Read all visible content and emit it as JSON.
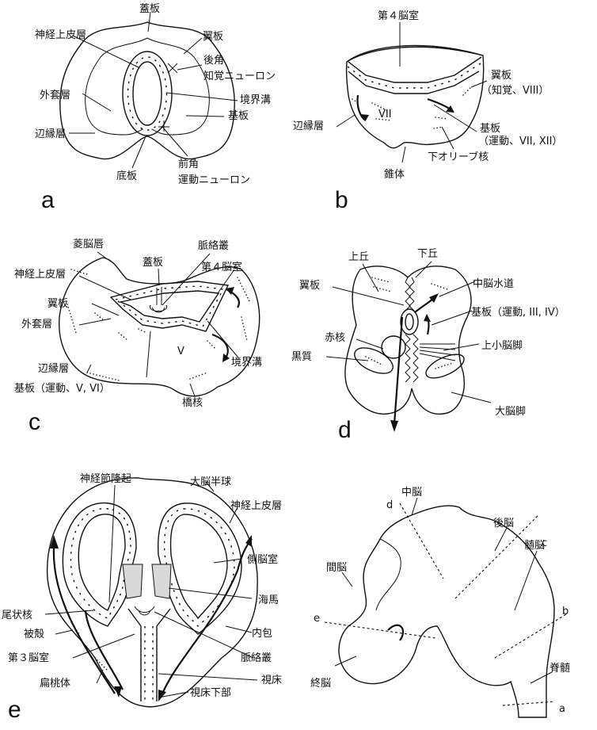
{
  "panels": {
    "a": {
      "letter": "a",
      "labels": {
        "roof_plate": "蓋板",
        "neuroepithelium": "神経上皮層",
        "alar_plate": "翼板",
        "posterior_horn": "後角",
        "sensory_neuron": "知覚ニューロン",
        "mantle_layer": "外套層",
        "sulcus_limitans": "境界溝",
        "basal_plate": "基板",
        "marginal_layer": "辺縁層",
        "floor_plate": "底板",
        "anterior_horn": "前角",
        "motor_neuron": "運動ニューロン"
      }
    },
    "b": {
      "letter": "b",
      "labels": {
        "fourth_ventricle": "第４脳室",
        "alar_plate": "翼板",
        "alar_note": "（知覚、VIII）",
        "marginal_layer": "辺縁層",
        "basal_plate": "基板",
        "basal_note": "（運動、VII, XII）",
        "inferior_olive": "下オリーブ核",
        "pyramid": "錐体",
        "nucleus_vii": "VII"
      }
    },
    "c": {
      "letter": "c",
      "labels": {
        "rhombic_lip": "菱脳唇",
        "choroid_plexus": "脈絡叢",
        "roof_plate": "蓋板",
        "fourth_ventricle": "第４脳室",
        "neuroepithelium": "神経上皮層",
        "alar_plate": "翼板",
        "mantle_layer": "外套層",
        "nucleus_v": "V",
        "marginal_layer": "辺縁層",
        "sulcus_limitans": "境界溝",
        "basal_plate": "基板（運動、V, VI）",
        "pontine_nuclei": "橋核"
      }
    },
    "d": {
      "letter": "d",
      "labels": {
        "superior_colliculus": "上丘",
        "inferior_colliculus": "下丘",
        "alar_plate": "翼板",
        "aqueduct": "中脳水道",
        "basal_plate": "基板（運動, III, IV）",
        "red_nucleus": "赤核",
        "superior_peduncle": "上小脳脚",
        "substantia_nigra": "黒質",
        "cerebral_peduncle": "大脳脚"
      }
    },
    "e": {
      "letter": "e",
      "labels": {
        "ganglionic_eminence": "神経節隆起",
        "hemisphere": "大脳半球",
        "neuroepithelium": "神経上皮層",
        "lateral_ventricle": "側脳室",
        "hippocampus": "海馬",
        "caudate": "尾状核",
        "internal_capsule": "内包",
        "putamen": "被殻",
        "choroid_plexus": "脈絡叢",
        "third_ventricle": "第３脳室",
        "thalamus": "視床",
        "amygdala": "扁桃体",
        "hypothalamus": "視床下部"
      }
    },
    "f": {
      "labels": {
        "midbrain": "中脳",
        "hindbrain": "後脳",
        "diencephalon": "間脳",
        "myelencephalon": "髄脳",
        "telencephalon": "終脳",
        "spinal_cord": "脊髄"
      },
      "section_lines": [
        "a",
        "b",
        "c",
        "d",
        "e"
      ]
    }
  }
}
